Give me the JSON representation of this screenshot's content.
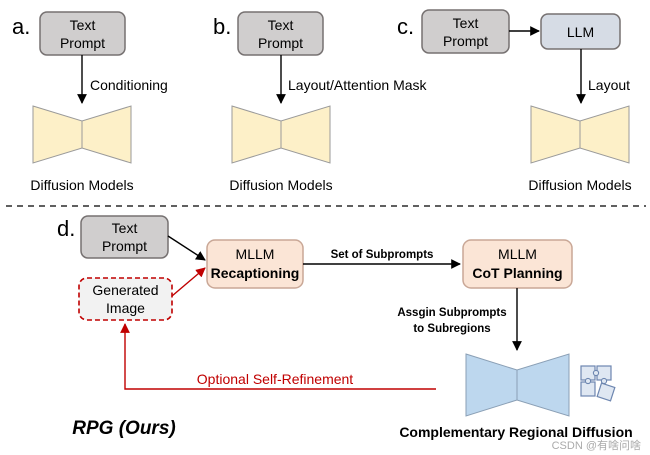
{
  "panels": {
    "a": {
      "letter": "a.",
      "prompt_line1": "Text",
      "prompt_line2": "Prompt",
      "edge_label": "Conditioning",
      "model_label": "Diffusion Models"
    },
    "b": {
      "letter": "b.",
      "prompt_line1": "Text",
      "prompt_line2": "Prompt",
      "edge_label": "Layout/Attention Mask",
      "model_label": "Diffusion Models"
    },
    "c": {
      "letter": "c.",
      "prompt_line1": "Text",
      "prompt_line2": "Prompt",
      "llm_label": "LLM",
      "edge_label": "Layout",
      "model_label": "Diffusion Models"
    },
    "d": {
      "letter": "d.",
      "prompt_line1": "Text",
      "prompt_line2": "Prompt",
      "generated_line1": "Generated",
      "generated_line2": "Image",
      "recaption_line1": "MLLM",
      "recaption_line2": "Recaptioning",
      "planning_line1": "MLLM",
      "planning_line2": "CoT Planning",
      "subprompts_label": "Set of Subprompts",
      "assign_line1": "Assgin Subprompts",
      "assign_line2": "to Subregions",
      "refinement_label": "Optional Self-Refinement",
      "diffusion_label": "Complementary Regional Diffusion",
      "method_label": "RPG (Ours)"
    }
  },
  "watermark": "CSDN @有啥问啥",
  "colors": {
    "gray_box": "#d0cece",
    "gray_border": "#767171",
    "llm_box": "#d6dce5",
    "mllm_box": "#fbe5d6",
    "mllm_border": "#c9a796",
    "funnel_yellow": "#fdf0c8",
    "funnel_yellow_border": "#9a9a9a",
    "funnel_blue": "#bdd7ee",
    "funnel_blue_border": "#8a9fb5",
    "refine_red": "#c00000",
    "generated_fill": "#f2f2f2"
  },
  "icons": [
    "puzzle-icon"
  ]
}
